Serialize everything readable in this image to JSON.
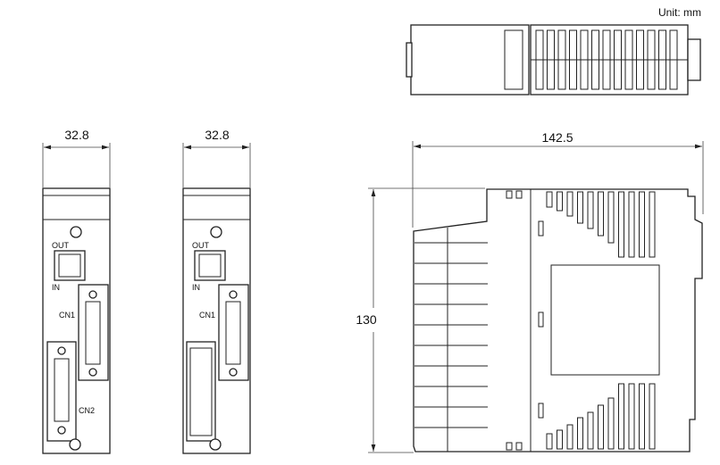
{
  "unit_label": "Unit: mm",
  "dimensions": {
    "front_width_1": "32.8",
    "front_width_2": "32.8",
    "side_depth": "142.5",
    "side_height": "130"
  },
  "labels": {
    "out": "OUT",
    "in": "IN",
    "cn1": "CN1",
    "cn2": "CN2"
  }
}
